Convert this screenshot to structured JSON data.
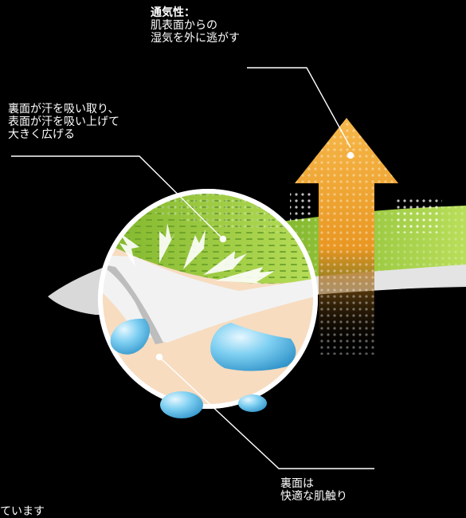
{
  "labels": {
    "breathability": {
      "title": "通気性：",
      "line1": "肌表面からの",
      "line2": "湿気を外に逃がす"
    },
    "sweat": {
      "line1": "裏面が汗を吸い取り、",
      "line2": "表面が汗を吸い上げて",
      "line3": "大きく広げる"
    },
    "inner": {
      "line1": "裏面は",
      "line2": "快適な肌触り"
    },
    "partial_text": "ています"
  },
  "colors": {
    "background": "#000000",
    "fabric_green": "#9ccc3a",
    "fabric_light": "#dff0a8",
    "arrow_orange": "#f0a424",
    "skin": "#f7dcc0",
    "water": "#6cc6ec",
    "leader_line": "#ffffff"
  },
  "icons": [
    "upward-arrow-icon",
    "water-drop-icon"
  ]
}
